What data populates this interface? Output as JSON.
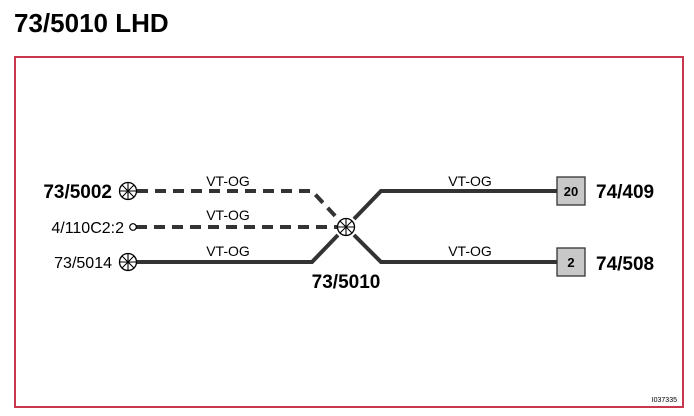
{
  "title": "73/5010 LHD",
  "splice": {
    "label": "73/5010"
  },
  "left_connectors": [
    {
      "label": "73/5002",
      "symbol": "circle-cross-icon",
      "wire": "VT-OG",
      "style": "dashed"
    },
    {
      "label": "4/110C2:2",
      "symbol": "small-circle-icon",
      "wire": "VT-OG",
      "style": "dashed"
    },
    {
      "label": "73/5014",
      "symbol": "circle-cross-icon",
      "wire": "VT-OG",
      "style": "solid"
    }
  ],
  "right_connectors": [
    {
      "label": "74/409",
      "pin": "20",
      "wire": "VT-OG"
    },
    {
      "label": "74/508",
      "pin": "2",
      "wire": "VT-OG"
    }
  ],
  "reference": "I037335",
  "colors": {
    "frame": "#c8374d",
    "pin_box": "#c8c8c8",
    "wire": "#333333"
  }
}
